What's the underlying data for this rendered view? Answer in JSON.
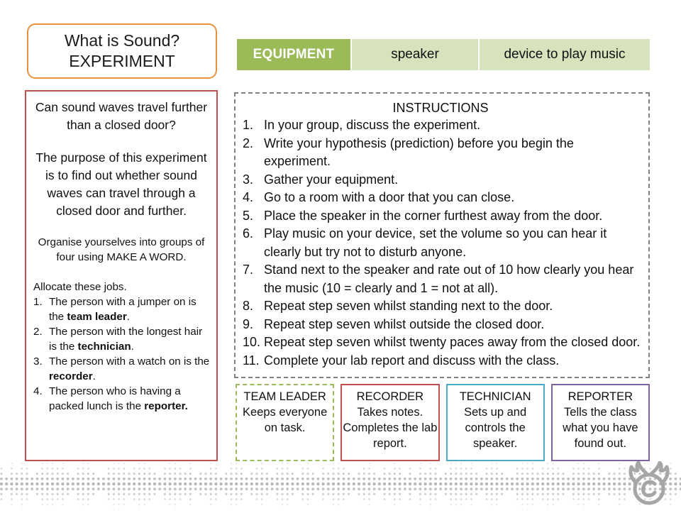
{
  "title": {
    "line1": "What is Sound?",
    "line2": "EXPERIMENT"
  },
  "equipment": {
    "header": "EQUIPMENT",
    "items": [
      "speaker",
      "device to play music"
    ]
  },
  "left_panel": {
    "question": "Can sound waves travel further than a closed door?",
    "purpose": "The purpose of this experiment is to find out whether sound waves can travel through a closed door and further.",
    "organise": "Organise yourselves into groups of four using MAKE A WORD.",
    "allocate_heading": "Allocate these jobs.",
    "jobs": [
      {
        "num": "1.",
        "pre": "The person with a jumper on is the ",
        "role": "team leader",
        "post": "."
      },
      {
        "num": "2.",
        "pre": "The person with the longest hair is the ",
        "role": "technician",
        "post": "."
      },
      {
        "num": "3.",
        "pre": "The person with a watch on is the ",
        "role": "recorder",
        "post": "."
      },
      {
        "num": "4.",
        "pre": "The person who is having a packed lunch is the ",
        "role": "reporter.",
        "post": ""
      }
    ]
  },
  "instructions": {
    "title": "INSTRUCTIONS",
    "steps": [
      {
        "num": "1.",
        "text": "In your group, discuss the experiment."
      },
      {
        "num": "2.",
        "text": "Write your hypothesis (prediction) before you begin the experiment."
      },
      {
        "num": "3.",
        "text": "Gather your equipment."
      },
      {
        "num": "4.",
        "text": "Go to a room with a door that you can close."
      },
      {
        "num": "5.",
        "text": "Place the speaker in the corner furthest away from the door."
      },
      {
        "num": "6.",
        "text": "Play music on your device, set the volume so you can hear it clearly but try not to disturb anyone."
      },
      {
        "num": "7.",
        "text": "Stand next to the speaker and rate out of 10 how clearly you hear the music (10 = clearly and 1 = not at all)."
      },
      {
        "num": "8.",
        "text": "Repeat step seven whilst standing next to the door."
      },
      {
        "num": "9.",
        "text": "Repeat step seven whilst outside the closed door."
      },
      {
        "num": "10.",
        "text": "Repeat step seven whilst twenty paces away from the closed door."
      },
      {
        "num": "11.",
        "text": "Complete your lab report and discuss with the class."
      }
    ]
  },
  "roles": [
    {
      "title": "TEAM LEADER",
      "desc": "Keeps everyone on task.",
      "color": "#9BBB59"
    },
    {
      "title": "RECORDER",
      "desc": "Takes notes. Completes the lab report.",
      "color": "#C0504D"
    },
    {
      "title": "TECHNICIAN",
      "desc": "Sets up and controls the speaker.",
      "color": "#4BACC6"
    },
    {
      "title": "REPORTER",
      "desc": "Tells the class what you have found out.",
      "color": "#8064A2"
    }
  ],
  "footer": {
    "logo_name": "copyright-antlers-logo",
    "waveform_name": "audio-waveform-decoration"
  },
  "colors": {
    "accent_green": "#9BBB59",
    "light_green": "#D6E3BC",
    "orange": "#E8913C",
    "red": "#C0504D",
    "blue": "#4BACC6",
    "purple": "#8064A2",
    "gray": "#A6A6A6"
  }
}
